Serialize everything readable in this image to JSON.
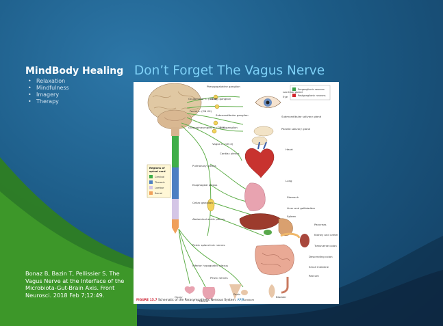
{
  "sidebar": {
    "title": "MindBody Healing",
    "bullets": [
      "Relaxation",
      "Mindfulness",
      "Imagery",
      "Therapy"
    ]
  },
  "slide": {
    "title": "Don’t Forget The Vagus Nerve"
  },
  "figure": {
    "legend_title": [
      "Regions of",
      "spinal cord"
    ],
    "regions": [
      "Cervical",
      "Thoracic",
      "Lumbar",
      "Sacral"
    ],
    "neuron_legend": [
      "Preganglionic neurons",
      "Postganglionic neurons"
    ],
    "labels": [
      "Pterygopalatine ganglion",
      "Ciliary ganglion",
      "Oculomotor n. (CN III)",
      "Facial n. (CN VII)",
      "Submandibular ganglion",
      "Otic ganglion",
      "Glossopharyngeal n. (CN IX)",
      "Vagus n. (CN X)",
      "Cardiac plexus",
      "Pulmonary plexus",
      "Esophageal plexus",
      "Celiac ganglion",
      "Abdominal aortic plexus",
      "Pelvic splanchnic nerves",
      "Inferior hypogastric plexus",
      "Pelvic nerves",
      "Lacrimal gland",
      "Eye",
      "Submandibular salivary gland",
      "Parotid salivary gland",
      "Heart",
      "Lung",
      "Stomach",
      "Liver and gallbladder",
      "Spleen",
      "Pancreas",
      "Kidney and ureter",
      "Transverse colon",
      "Descending colon",
      "Small intestine",
      "Rectum",
      "Ovary",
      "Uterus",
      "Penis",
      "Scrotum",
      "Bladder"
    ],
    "caption_number": "FIGURE 15.7",
    "caption_text": "Schematic of the Parasympathetic Nervous System.",
    "caption_link": "AP|R"
  },
  "citation": "Bonaz B, Bazin T, Pellissier S. The Vagus Nerve at the Interface of the Microbiota-Gut-Brain Axis. Front Neurosci. 2018 Feb 7;12:49.",
  "colors": {
    "title": "#7ed1f7",
    "background": "#1f5e87",
    "accent_green": "#3f9a2a",
    "preganglionic": "#39a14a",
    "postganglionic": "#d3262c"
  }
}
